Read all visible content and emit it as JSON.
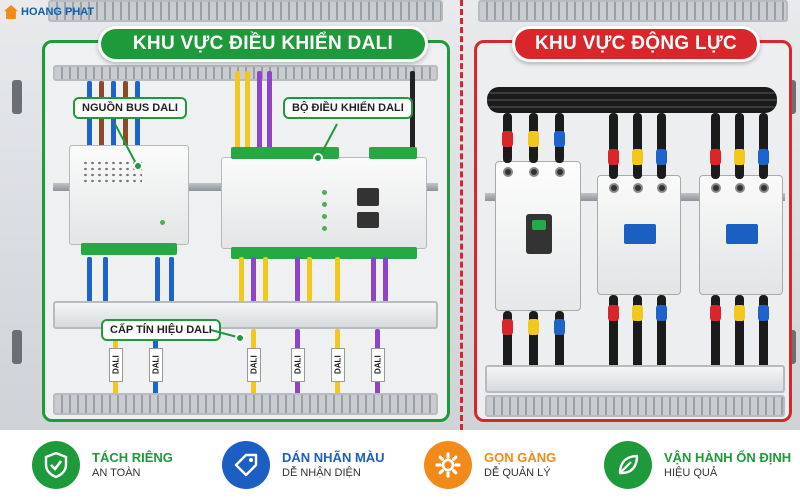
{
  "brand": {
    "logo_text": "HOANG PHAT"
  },
  "zones": {
    "left_title": "KHU VỰC ĐIỀU KHIỂN DALI",
    "right_title": "KHU VỰC ĐỘNG LỰC"
  },
  "callouts": {
    "bus_power": "NGUỒN BUS DALI",
    "controller": "BỘ ĐIỀU KHIỂN DALI",
    "signal_cable": "CẤP TÍN HIỆU DALI"
  },
  "wire_tag": "DALI",
  "features": [
    {
      "title": "TÁCH RIÊNG",
      "subtitle": "AN TOÀN",
      "color": "#1f9a3a",
      "icon": "shield-check-icon"
    },
    {
      "title": "DÁN NHÃN MÀU",
      "subtitle": "DỄ NHẬN DIỆN",
      "color": "#1b5fc2",
      "icon": "tag-icon"
    },
    {
      "title": "GỌN GÀNG",
      "subtitle": "DỄ QUẢN LÝ",
      "color": "#f28a1a",
      "icon": "gear-icon"
    },
    {
      "title": "VẬN HÀNH ỔN ĐỊNH",
      "subtitle": "HIỆU QUẢ",
      "color": "#1f9a3a",
      "icon": "leaf-icon"
    }
  ],
  "colors": {
    "control_zone": "#1f9a3a",
    "power_zone": "#d9262b",
    "title_blue": "#1b5fc2",
    "title_orange": "#f28a1a"
  }
}
